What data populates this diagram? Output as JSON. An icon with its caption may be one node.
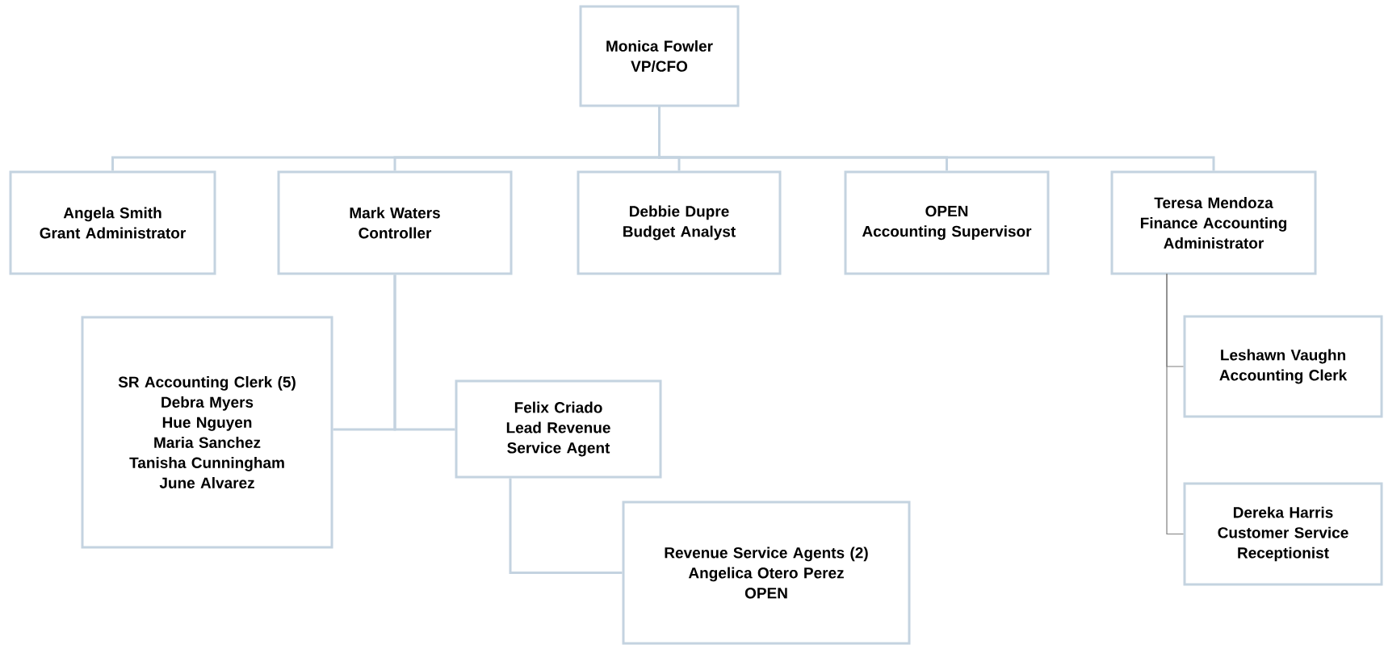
{
  "diagram": {
    "nodes": [
      {
        "text": [
          "Monica Fowler",
          "VP/CFO"
        ]
      },
      {
        "text": [
          "Angela Smith",
          "Grant Administrator"
        ]
      },
      {
        "text": [
          "Mark Waters",
          "Controller"
        ]
      },
      {
        "text": [
          "Debbie Dupre",
          "Budget Analyst"
        ]
      },
      {
        "text": [
          "OPEN",
          "Accounting Supervisor"
        ]
      },
      {
        "text": [
          "Teresa Mendoza",
          "Finance Accounting Administrator"
        ]
      },
      {
        "text": [
          "SR Accounting Clerk (5)",
          "Debra Myers",
          "Hue Nguyen",
          "Maria Sanchez",
          "Tanisha Cunningham",
          "June Alvarez"
        ]
      },
      {
        "text": [
          "Felix Criado",
          "Lead Revenue Service Agent"
        ]
      },
      {
        "text": [
          "Revenue Service Agents (2)",
          "Angelica Otero Perez",
          "OPEN"
        ]
      },
      {
        "text": [
          "Leshawn Vaughn",
          "Accounting Clerk"
        ]
      },
      {
        "text": [
          "Dereka Harris",
          "Customer Service Receptionist"
        ]
      }
    ],
    "edges": [
      {
        "from": 0,
        "to": 1,
        "arrow": "none"
      },
      {
        "from": 0,
        "to": 2,
        "arrow": "none"
      },
      {
        "from": 0,
        "to": 3,
        "arrow": "none"
      },
      {
        "from": 0,
        "to": 4,
        "arrow": "none"
      },
      {
        "from": 0,
        "to": 5,
        "arrow": "none"
      },
      {
        "from": 2,
        "to": 6,
        "arrow": "none"
      },
      {
        "from": 2,
        "to": 7,
        "arrow": "none"
      },
      {
        "from": 7,
        "to": 8,
        "arrow": "none"
      },
      {
        "from": 5,
        "to": 9,
        "arrow": "none",
        "color": "#7f7f7f"
      },
      {
        "from": 5,
        "to": 10,
        "arrow": "none",
        "color": "#7f7f7f"
      }
    ]
  }
}
